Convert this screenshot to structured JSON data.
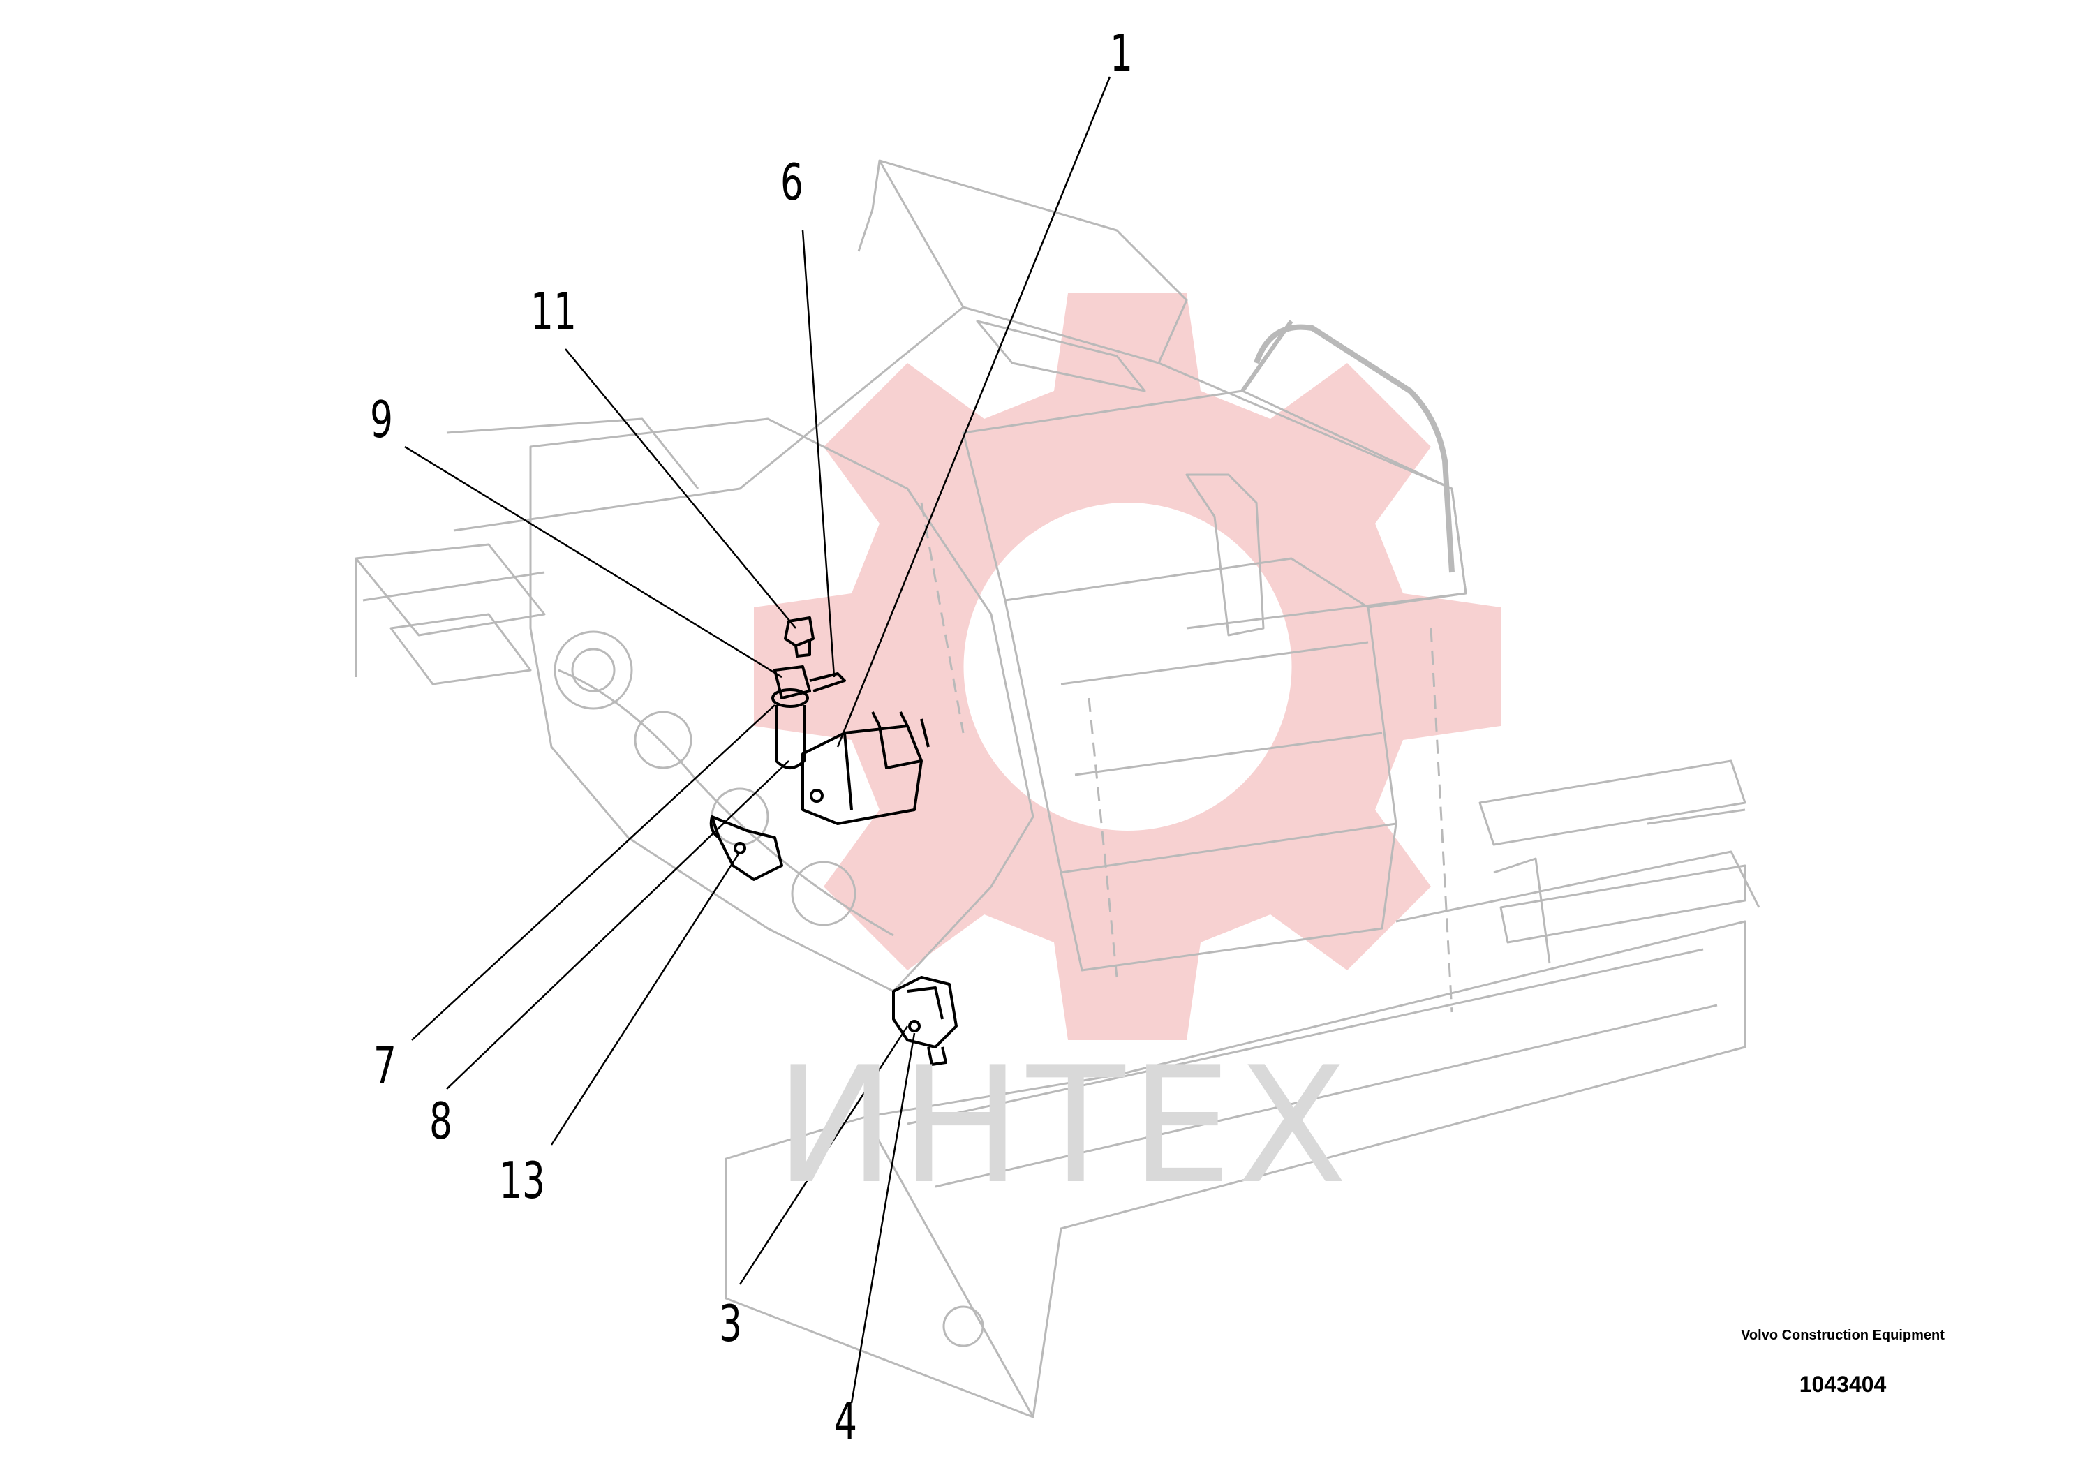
{
  "diagram": {
    "callouts": [
      {
        "id": "1",
        "text": "1"
      },
      {
        "id": "6",
        "text": "6"
      },
      {
        "id": "11",
        "text": "11"
      },
      {
        "id": "9",
        "text": "9"
      },
      {
        "id": "7",
        "text": "7"
      },
      {
        "id": "8",
        "text": "8"
      },
      {
        "id": "13",
        "text": "13"
      },
      {
        "id": "3",
        "text": "3"
      },
      {
        "id": "4",
        "text": "4"
      }
    ]
  },
  "watermark": {
    "text": "ИНТЕХ",
    "gear_color": "#f6c9c9",
    "text_color": "#d9d9d9"
  },
  "corner_block": {
    "company": "Volvo Construction Equipment",
    "number": "1043404"
  },
  "colors": {
    "line_art": "#b9b9b9",
    "callout_lines": "#000000",
    "parts": "#000000"
  }
}
